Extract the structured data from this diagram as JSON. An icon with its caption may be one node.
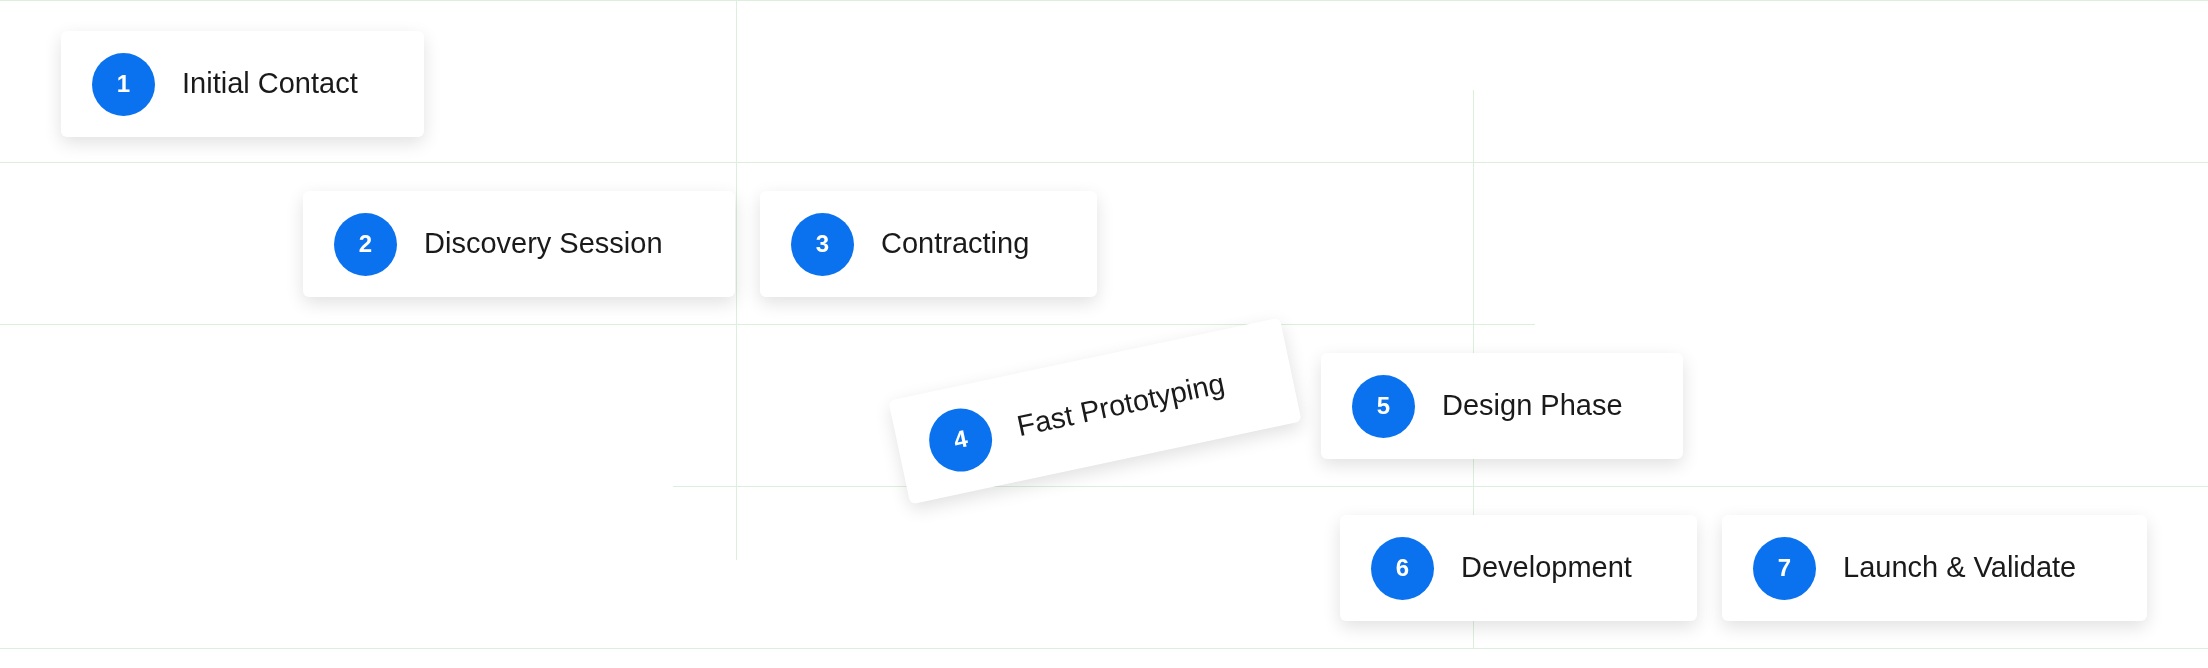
{
  "diagram": {
    "nodes": [
      {
        "text": [
          "1",
          "Initial Contact"
        ]
      },
      {
        "text": [
          "2",
          "Discovery Session"
        ]
      },
      {
        "text": [
          "3",
          "Contracting"
        ]
      },
      {
        "text": [
          "4",
          "Fast Prototyping"
        ]
      },
      {
        "text": [
          "5",
          "Design Phase"
        ]
      },
      {
        "text": [
          "6",
          "Development"
        ]
      },
      {
        "text": [
          "7",
          "Launch & Validate"
        ]
      }
    ]
  }
}
